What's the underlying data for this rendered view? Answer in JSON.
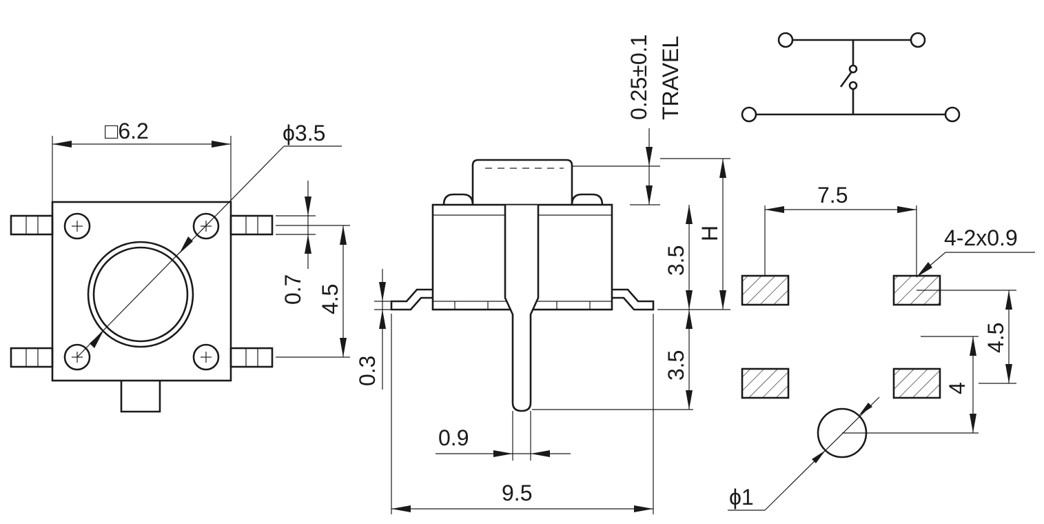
{
  "labels": {
    "body_square": "□6.2",
    "button_diameter": "ϕ3.5",
    "lead_width": "0.7",
    "lead_pitch": "4.5",
    "lead_thickness": "0.3",
    "travel_value": "0.25±0.1",
    "travel_word": "TRAVEL",
    "height_var": "H",
    "body_height": "3.5",
    "pin_length": "3.5",
    "pin_width": "0.9",
    "overall_width": "9.5",
    "pad_spacing": "7.5",
    "pad_size": "4-2x0.9",
    "pad_pitch": "4.5",
    "hole_offset": "4",
    "hole_diameter": "ϕ1"
  }
}
